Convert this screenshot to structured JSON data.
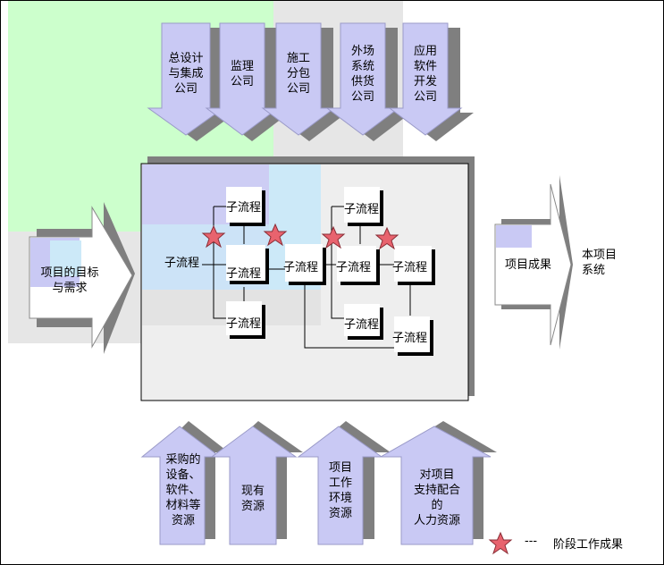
{
  "colors": {
    "arrow_fill": "#c9c9f4",
    "arrow_shadow": "#7f7f7f",
    "green_bg": "#ccffcc",
    "gray_bg": "#e6e6e6",
    "panel_bg": "#eeeeee",
    "star": "#e8636e"
  },
  "top_arrows": [
    {
      "label": "总设计\n与集成\n公司"
    },
    {
      "label": "监理\n公司"
    },
    {
      "label": "施工\n分包\n公司"
    },
    {
      "label": "外场\n系统\n供货\n公司"
    },
    {
      "label": "应用\n软件\n开发\n公司"
    }
  ],
  "bottom_arrows": [
    {
      "label": "采购的\n设备、\n软件、\n材料等\n资源"
    },
    {
      "label": "现有\n资源"
    },
    {
      "label": "项目\n工作\n环境\n资源"
    },
    {
      "label": "对项目\n支持配合\n的\n人力资源"
    }
  ],
  "input_arrow": {
    "label": "项目的目标\n与需求"
  },
  "output_arrow": {
    "label": "项目成果"
  },
  "result_text": "本项目\n系统",
  "subprocess_label": "子流程",
  "legend": {
    "dashes": "---",
    "text": "阶段工作成果",
    "icon": "star-icon"
  }
}
